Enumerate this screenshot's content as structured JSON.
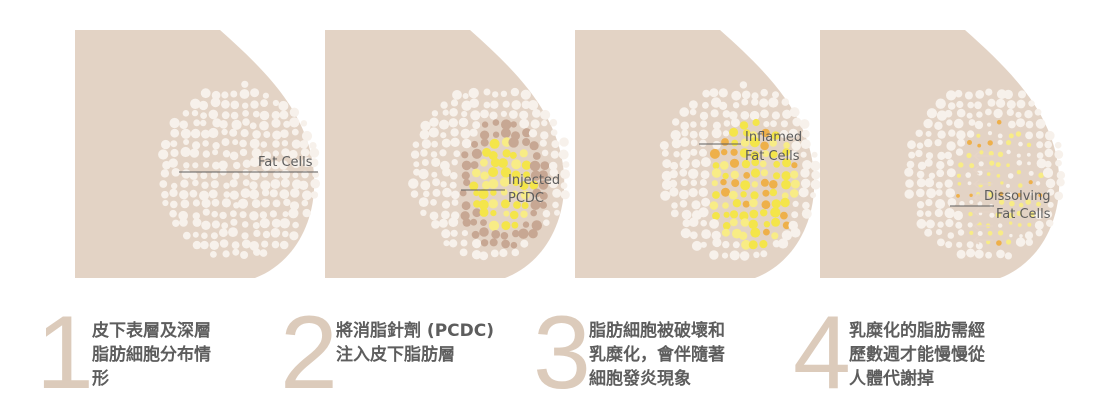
{
  "colors": {
    "skin": "#e3d3c5",
    "cell": "#f7f1eb",
    "cell_brown": "#c7a793",
    "cell_yellow": "#f4e54a",
    "cell_light_yellow": "#f8ec86",
    "cell_orange": "#eeb04a",
    "arrow": "#e6d5c7",
    "text": "#5d5d5d",
    "number": "#dccbbb"
  },
  "panels": [
    {
      "label_lines": [
        "Fat Cells"
      ]
    },
    {
      "label_lines": [
        "Injected",
        "PCDC"
      ]
    },
    {
      "label_lines": [
        "Inflamed",
        "Fat Cells"
      ]
    },
    {
      "label_lines": [
        "Dissolving",
        "Fat Cells"
      ]
    }
  ],
  "steps": [
    {
      "number": "1",
      "text": "皮下表層及深層\n脂肪細胞分布情\n形"
    },
    {
      "number": "2",
      "text": "將消脂針劑 (PCDC)\n注入皮下脂肪層"
    },
    {
      "number": "3",
      "text": "脂肪細胞被破壞和\n乳糜化，會伴隨著\n細胞發炎現象"
    },
    {
      "number": "4",
      "text": "乳糜化的脂肪需經\n歷數週才能慢慢從\n人體代謝掉"
    }
  ]
}
